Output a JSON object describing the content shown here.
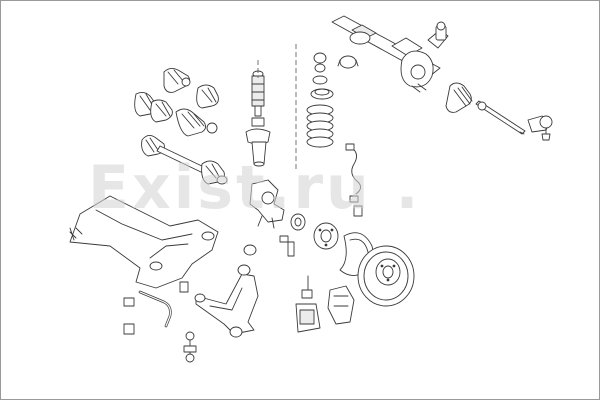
{
  "watermark": {
    "text": "Exist.ru ."
  },
  "diagram": {
    "kind": "exploded-parts-drawing",
    "parts": [
      "steering-rack",
      "tie-rod-end",
      "tie-rod",
      "steering-boot",
      "strut-top-mount",
      "shock-absorber",
      "coil-spring",
      "spring-seat",
      "cv-boot",
      "drive-shaft",
      "subframe",
      "wheel-hub",
      "brake-disc",
      "dust-shield",
      "abs-sensor",
      "control-arm",
      "stabilizer-bar",
      "stabilizer-link",
      "brake-caliper",
      "steering-knuckle",
      "wheel-bearing"
    ]
  },
  "colors": {
    "line": "#3a3a3a",
    "watermark": "#d3d3d3",
    "border": "#9a9a9a"
  }
}
